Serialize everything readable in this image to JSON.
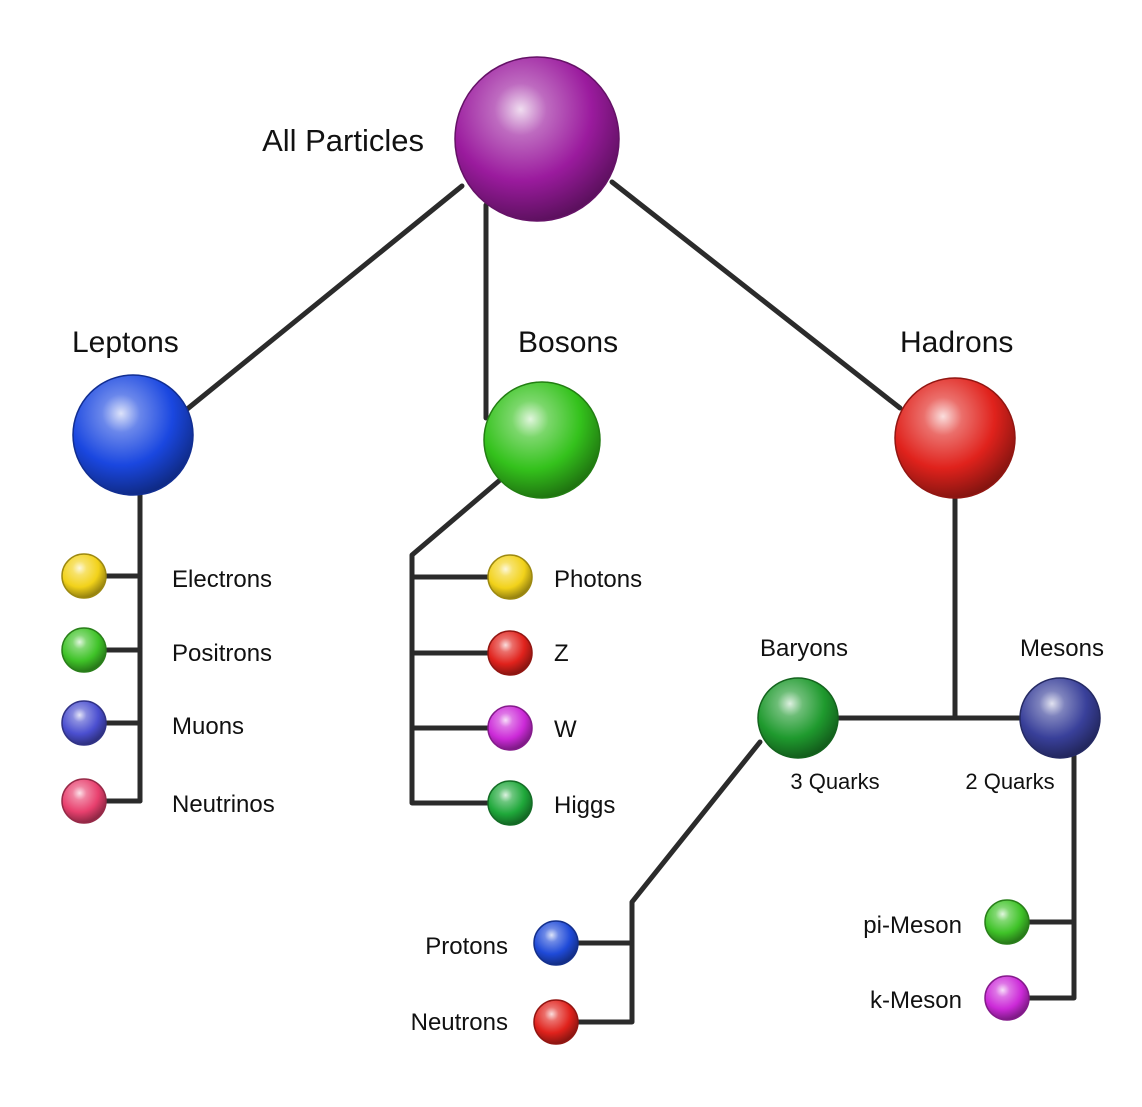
{
  "root": {
    "label": "All Particles",
    "color": "#9b1b9e"
  },
  "categories": {
    "leptons": {
      "label": "Leptons",
      "color": "#1a47e0"
    },
    "bosons": {
      "label": "Bosons",
      "color": "#34c21c"
    },
    "hadrons": {
      "label": "Hadrons",
      "color": "#e0221c"
    }
  },
  "leptons": [
    {
      "label": "Electrons",
      "color": "#f2d21a"
    },
    {
      "label": "Positrons",
      "color": "#3fc328"
    },
    {
      "label": "Muons",
      "color": "#4b4fd0"
    },
    {
      "label": "Neutrinos",
      "color": "#e8406e"
    }
  ],
  "bosons": [
    {
      "label": "Photons",
      "color": "#f2d21a"
    },
    {
      "label": "Z",
      "color": "#e0221c"
    },
    {
      "label": "W",
      "color": "#cc2ad8"
    },
    {
      "label": "Higgs",
      "color": "#1fa83a"
    }
  ],
  "hadrons": {
    "baryons": {
      "label": "Baryons",
      "note": "3 Quarks",
      "color": "#1f9a2e"
    },
    "mesons": {
      "label": "Mesons",
      "note": "2 Quarks",
      "color": "#39409a"
    }
  },
  "baryons": [
    {
      "label": "Protons",
      "color": "#1f4ad8"
    },
    {
      "label": "Neutrons",
      "color": "#e0221c"
    }
  ],
  "mesons": [
    {
      "label": "pi-Meson",
      "color": "#3fc328"
    },
    {
      "label": "k-Meson",
      "color": "#cc2ad8"
    }
  ]
}
